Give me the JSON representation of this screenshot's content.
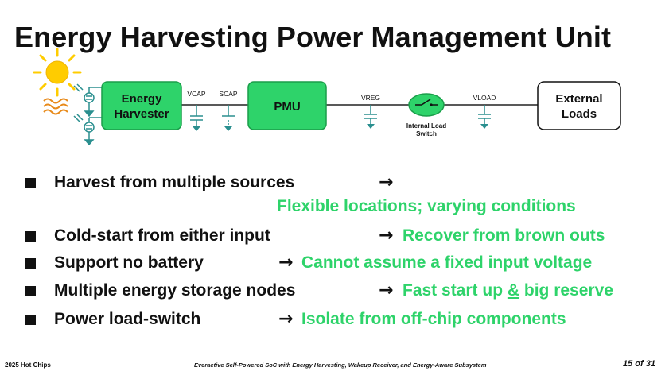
{
  "slide": {
    "title": "Energy Harvesting Power Management Unit"
  },
  "diagram": {
    "energy_harvester": [
      "Energy",
      "Harvester"
    ],
    "pmu": "PMU",
    "external_loads": [
      "External",
      "Loads"
    ],
    "vcap": "VCAP",
    "scap": "SCAP",
    "vreg": "VREG",
    "vload": "VLOAD",
    "internal_switch": [
      "Internal Load",
      "Switch"
    ],
    "colors": {
      "block_fill": "#2ed36a",
      "block_stroke": "#1a9e4a",
      "sun": "#ffcc00",
      "waves": "#e88a1a",
      "ground": "#2a8f8f"
    }
  },
  "bullets": [
    {
      "text": "Harvest from multiple sources",
      "arrow": "→",
      "result": "Flexible locations; varying conditions"
    },
    {
      "text": "Cold-start from either input",
      "arrow": "→",
      "result": "Recover from brown outs"
    },
    {
      "text": "Support no battery",
      "arrow": "→",
      "result": "Cannot assume a fixed input voltage"
    },
    {
      "text": "Multiple energy storage nodes",
      "arrow": "→",
      "result_pre": "Fast start up ",
      "result_ul": "&",
      "result_post": " big reserve"
    },
    {
      "text": "Power load-switch",
      "arrow": "→",
      "result": "Isolate from off-chip components"
    }
  ],
  "footer": {
    "left": "2025 Hot Chips",
    "center": "Everactive Self-Powered SoC with Energy Harvesting, Wakeup Receiver, and Energy-Aware Subsystem",
    "right": "15 of 31"
  }
}
